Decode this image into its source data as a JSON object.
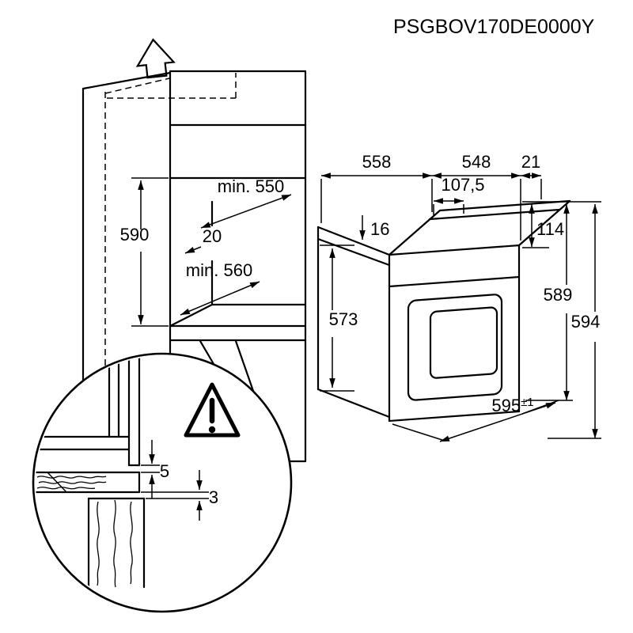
{
  "colors": {
    "line": "#000000",
    "background": "#ffffff"
  },
  "part_number": "PSGBOV170DE0000Y",
  "cabinet": {
    "niche_height_label": "590",
    "niche_depth_top_label": "min. 550",
    "top_clearance_label": "20",
    "niche_depth_bottom_label": "min. 560",
    "removal_arrow_icon": "up-arrow"
  },
  "oven": {
    "top_depth_label": "558",
    "top_width_label": "548",
    "rear_lip_label": "21",
    "top_rear_depth_label": "107,5",
    "top_step_label": "16",
    "control_panel_height_label": "114",
    "carcass_height_label": "573",
    "front_height_label": "589",
    "overall_height_label": "594",
    "front_width_label": "595",
    "front_width_tolerance": "±1"
  },
  "detail": {
    "rear_gap_label": "5",
    "bottom_gap_label": "3",
    "warning_icon": "exclamation-triangle"
  }
}
